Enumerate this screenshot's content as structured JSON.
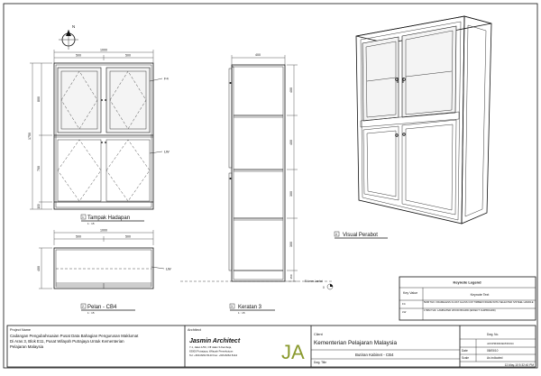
{
  "views": {
    "front": {
      "number": "1",
      "title": "Tampak Hadapan",
      "scale": "1 : 15"
    },
    "plan": {
      "number": "2",
      "title": "Pelan - CB4",
      "scale": "1 : 15"
    },
    "section": {
      "number": "3",
      "title": "Keratan 3",
      "scale": "1 : 15"
    },
    "visual": {
      "number": "4",
      "title": "Visual Perabot"
    }
  },
  "dimensions": {
    "front_width": "1000",
    "front_half_left": "500",
    "front_half_right": "500",
    "front_height": "1750",
    "front_upper": "800",
    "front_lower": "700",
    "front_base": "100",
    "plan_width": "1000",
    "plan_depth": "400",
    "plan_half_left": "500",
    "plan_half_right": "500",
    "section_depth": "400",
    "section_levels": [
      "400",
      "400",
      "300",
      "300",
      "350"
    ]
  },
  "callouts": {
    "front_top": "F4",
    "front_mid": "LW",
    "plan": "LW",
    "north": "N",
    "finish_level": "B.l.mm.Lantai",
    "finish_value": "0"
  },
  "keynotes": {
    "title": "Keynote Legend",
    "key_header": "Key Value",
    "text_header": "Keynote Text",
    "rows": [
      {
        "key": "F4",
        "text": "5MM THK. FRAMELESS FLOAT GLASS C/W TIMBER FRAME WITH SELECTED S/STEEL HANDLE"
      },
      {
        "key": "LW",
        "text": "17MM THK. LAMINATED WOOD BOARD (EFFECT CHIPBOARD)"
      }
    ]
  },
  "title_block": {
    "project_label": "Project Name",
    "project_lines": [
      "Cadangan Pengubahsuaian Pusat Data Bahagian Pengurusan Maklumat",
      "Di Aras 3, Blok E11, Pusat Wilayah Putrajaya Untuk Kementerian",
      "Pelajaran Malaysia"
    ],
    "architect_label": "Architect",
    "architect_name": "Jasmin Architect",
    "architect_lines": [
      "7-1, Jalan 1/5C, Off Jalan S.Kemboja,",
      "63000 Putrajaya, Wilayah Persekutuan",
      "Tel: +603-8262 8143  Fax: +603-8262 8144"
    ],
    "logo_text": "JA",
    "client_label": "Client",
    "client_name": "Kementerian Pelajaran Malaysia",
    "drawing_title": "Butiran Kabinet - CB4",
    "dwg_title_label": "Dwg. Title",
    "dwg_no_label": "Dwg. No.",
    "dwg_no_value": "JA/KPM/DR/AR/FR/194",
    "date_label": "Date",
    "date_value": "08/05/10",
    "scale_label": "Scale",
    "scale_value": "As indicated",
    "timestamp": "12-May-10 5:32:40 PM"
  }
}
